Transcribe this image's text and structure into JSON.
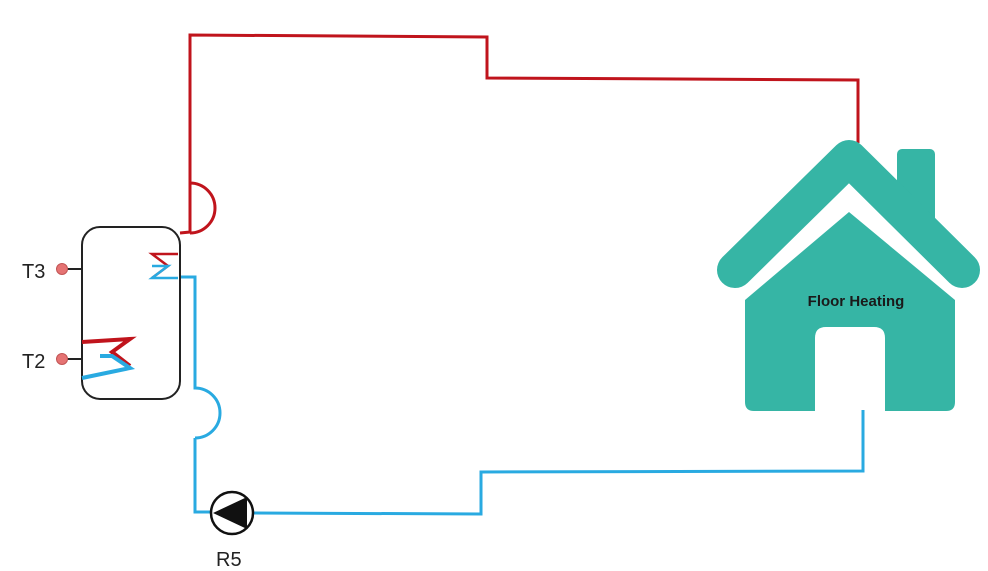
{
  "colors": {
    "supply": "#c0141c",
    "return": "#29aae1",
    "house": "#36b5a5",
    "tank_outline": "#222222",
    "sensor": "#e57373"
  },
  "tank": {
    "sensors": [
      {
        "label": "T3"
      },
      {
        "label": "T2"
      }
    ]
  },
  "pump": {
    "label": "R5",
    "icon": "pump-icon"
  },
  "house": {
    "label": "Floor Heating",
    "icon": "house-icon"
  }
}
